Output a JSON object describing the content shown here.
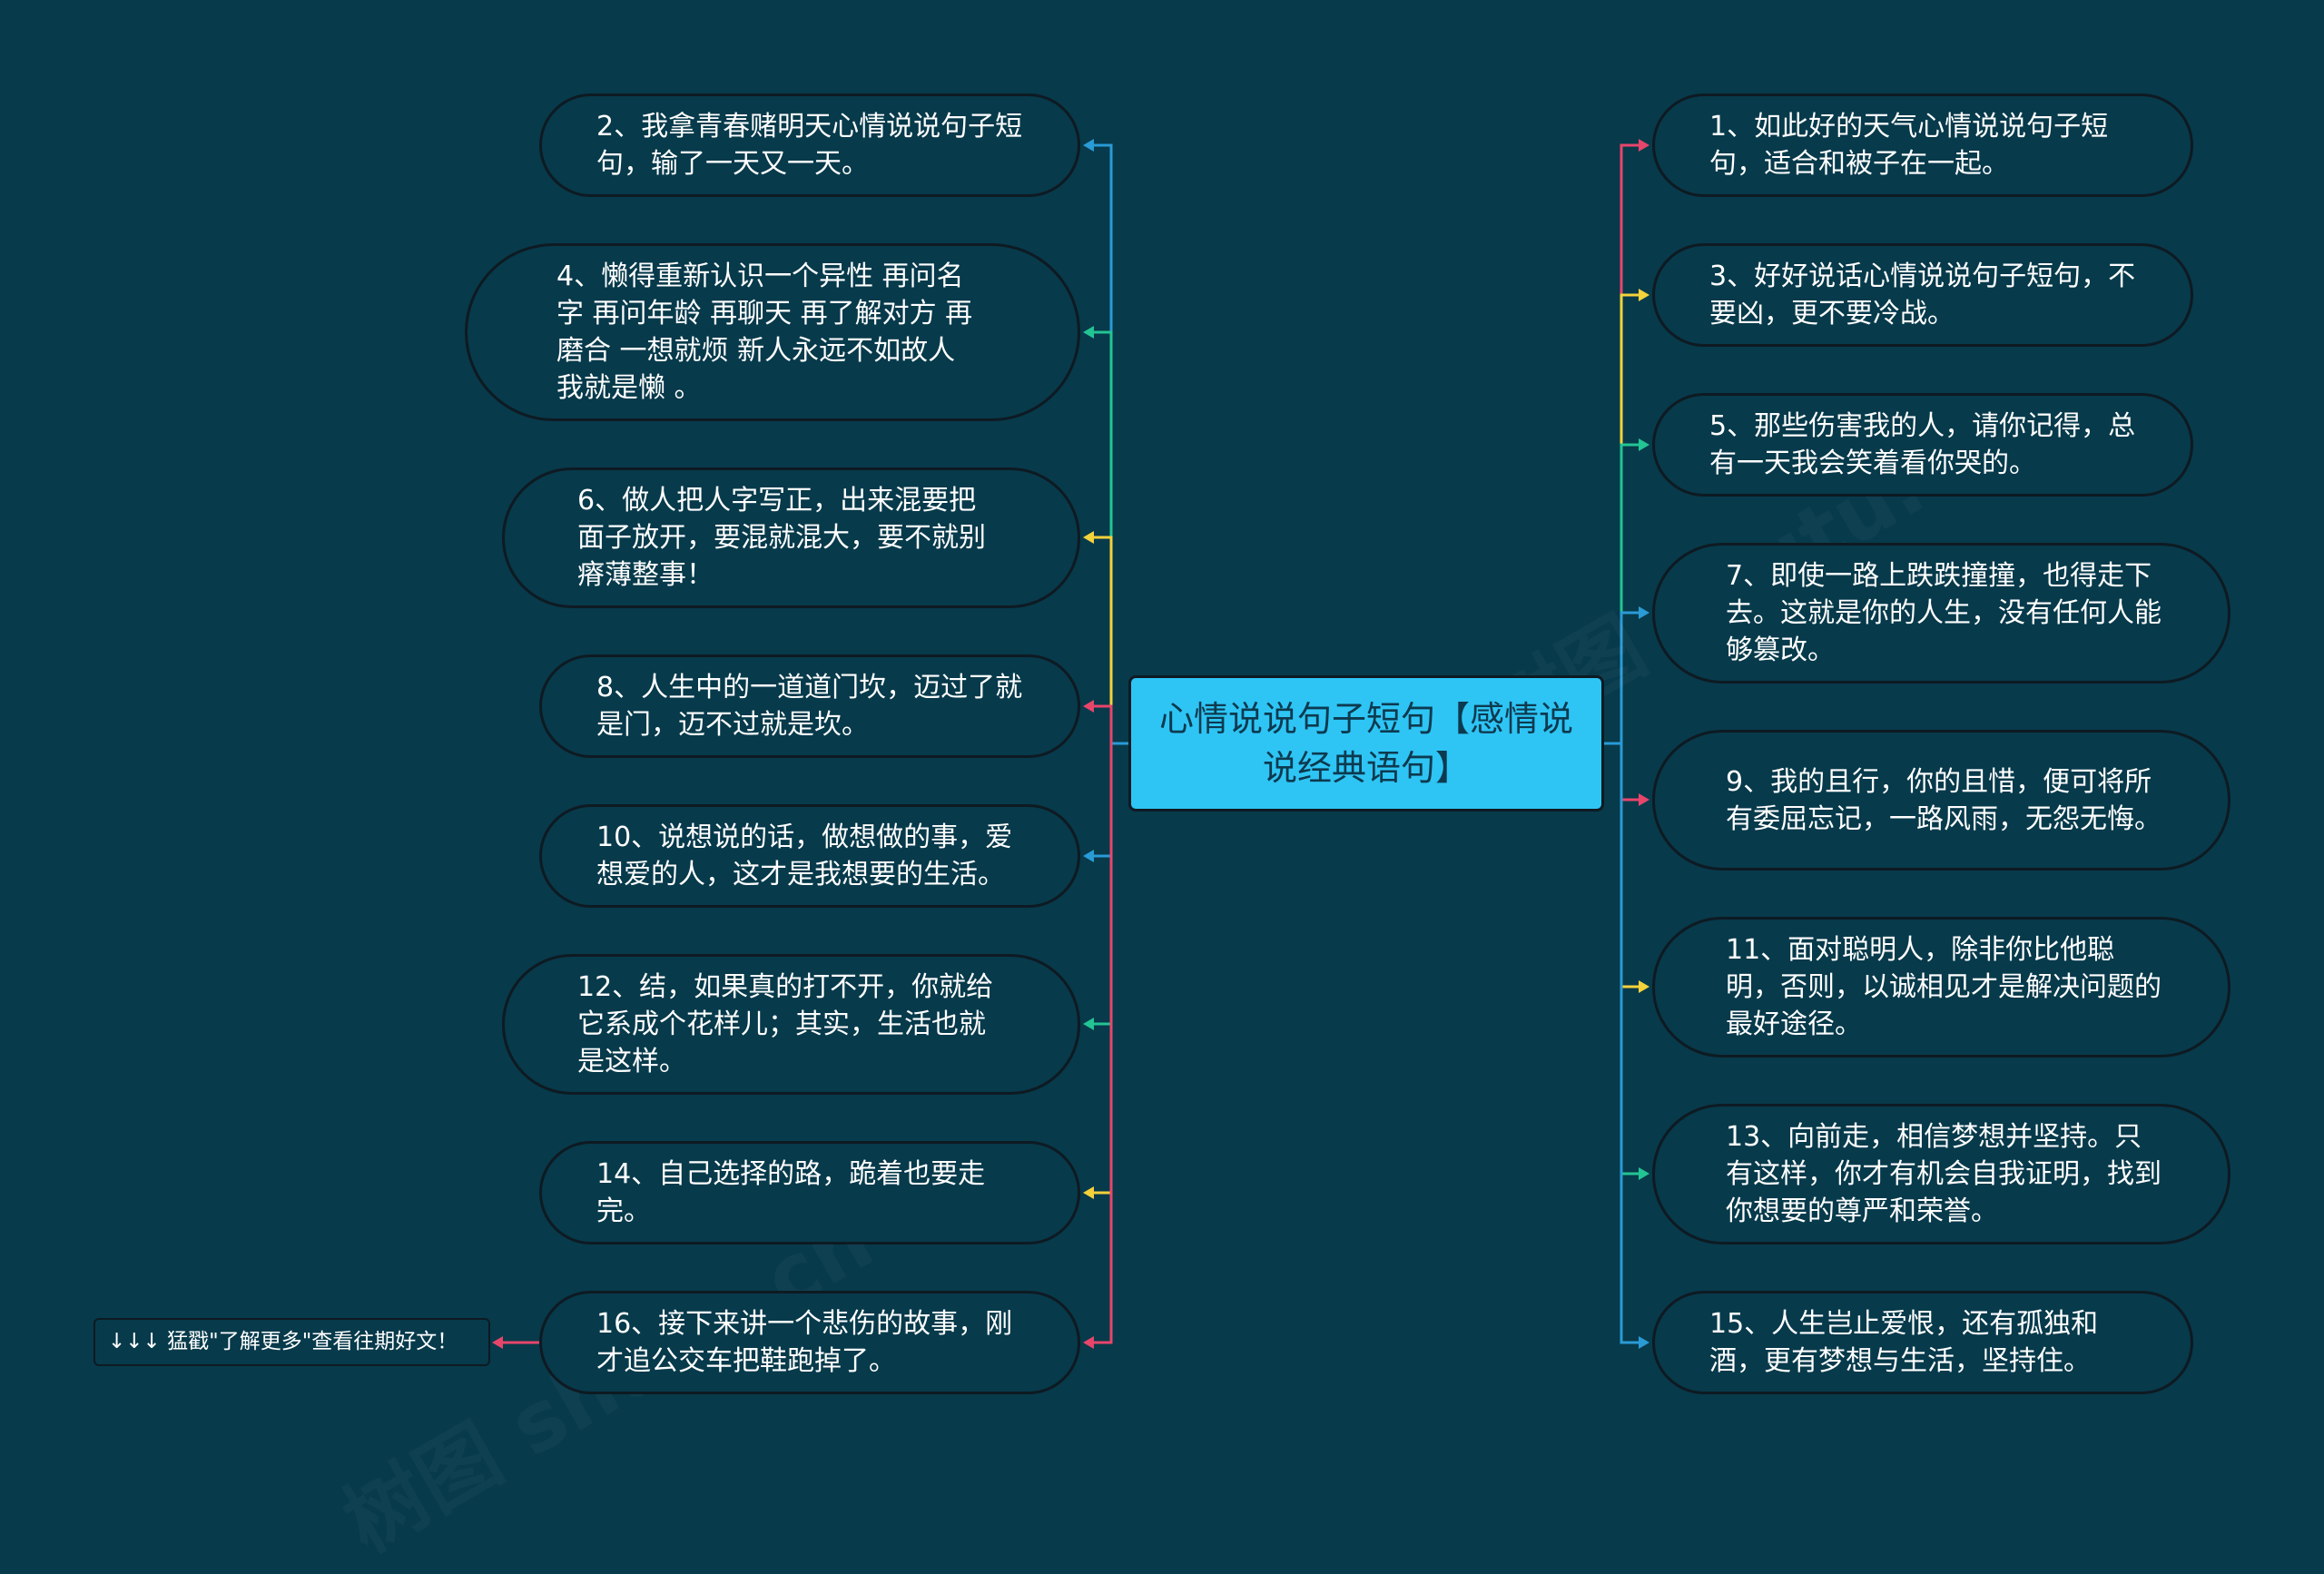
{
  "center": {
    "title": "心情说说句子短句【感情说说经典语句】"
  },
  "left_nodes": [
    {
      "text": "2、我拿青春赌明天心情说说句子短句，输了一天又一天。",
      "color": "#2a9bd6"
    },
    {
      "text": "4、懒得重新认识一个异性 再问名字 再问年龄 再聊天 再了解对方 再磨合 一想就烦 新人永远不如故人 我就是懒 。",
      "color": "#23c493"
    },
    {
      "text": "6、做人把人字写正，出来混要把面子放开，要混就混大，要不就别瘠薄整事！",
      "color": "#f4d23b"
    },
    {
      "text": "8、人生中的一道道门坎，迈过了就是门，迈不过就是坎。",
      "color": "#e8456b"
    },
    {
      "text": "10、说想说的话，做想做的事，爱想爱的人，这才是我想要的生活。",
      "color": "#2a9bd6"
    },
    {
      "text": "12、结，如果真的打不开，你就给它系成个花样儿；其实，生活也就是这样。",
      "color": "#23c493"
    },
    {
      "text": "14、自己选择的路，跪着也要走完。",
      "color": "#f4d23b"
    },
    {
      "text": "16、接下来讲一个悲伤的故事，刚才追公交车把鞋跑掉了。",
      "color": "#e8456b"
    }
  ],
  "right_nodes": [
    {
      "text": "1、如此好的天气心情说说句子短句，适合和被子在一起。",
      "color": "#e8456b"
    },
    {
      "text": "3、好好说话心情说说句子短句，不要凶，更不要冷战。",
      "color": "#f4d23b"
    },
    {
      "text": "5、那些伤害我的人，请你记得，总有一天我会笑着看你哭的。",
      "color": "#23c493"
    },
    {
      "text": "7、即使一路上跌跌撞撞，也得走下去。这就是你的人生，没有任何人能够篡改。",
      "color": "#2a9bd6"
    },
    {
      "text": "9、我的且行，你的且惜，便可将所有委屈忘记，一路风雨，无怨无悔。",
      "color": "#e8456b"
    },
    {
      "text": "11、面对聪明人，除非你比他聪明，否则，以诚相见才是解决问题的最好途径。",
      "color": "#f4d23b"
    },
    {
      "text": "13、向前走，相信梦想并坚持。只有这样，你才有机会自我证明，找到你想要的尊严和荣誉。",
      "color": "#23c493"
    },
    {
      "text": "15、人生岂止爱恨，还有孤独和酒，更有梦想与生活，坚持住。",
      "color": "#2a9bd6"
    }
  ],
  "tip": {
    "text": "↓↓↓ 猛戳\"了解更多\"查看往期好文！",
    "color": "#e8456b"
  }
}
